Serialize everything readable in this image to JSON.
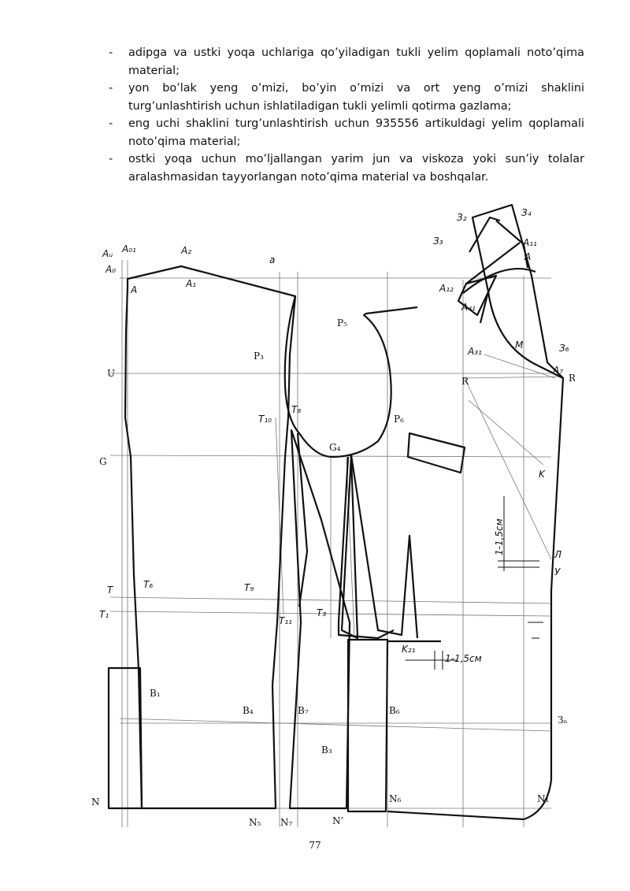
{
  "bullets": [
    {
      "dash": "-",
      "text": "adipga va ustki yoqa uchlariga qo’yiladigan tukli yelim qoplamali noto’qima material;"
    },
    {
      "dash": "-",
      "text": "yon bo’lak yeng o’mizi, bo’yin o’mizi va ort yeng o’mizi shaklini turg’unlashtirish uchun ishlatiladigan tukli yelimli qotirma gazlama;"
    },
    {
      "dash": "-",
      "text": "eng uchi shaklini turg’unlashtirish uchun 935556 artikuldagi yelim qoplamali noto’qima material;"
    },
    {
      "dash": "-",
      "text": "ostki yoqa uchun mo’ljallangan yarim jun va viskoza yoki sun’iy tolalar aralashmasidan tayyorlangan noto’qima material va boshqalar."
    }
  ],
  "drawing": {
    "labels": {
      "a_upper": "a",
      "A0": "A₀",
      "Au": "Aᵤ",
      "A01": "A₀₁",
      "A2": "A₂",
      "A1": "A₁",
      "A": "A",
      "U": "U",
      "G": "G",
      "T": "T",
      "T1": "T₁",
      "N": "N",
      "P3": "P₃",
      "P5": "P₅",
      "P6": "P₆",
      "T10": "T₁₀",
      "T8": "T₈",
      "G4": "G₄",
      "T6": "T₆",
      "T9": "T₉",
      "T11": "T₁₁",
      "T3": "T₃",
      "B1": "B₁",
      "B4": "B₄",
      "B7": "B₇",
      "B6": "B₆",
      "B3": "B₃",
      "N5": "N₅",
      "N7": "N₇",
      "N_prime": "N’",
      "N6": "N₆",
      "N1": "N₁",
      "Z3a": "З₃",
      "Z2": "З₂",
      "Z4": "З₄",
      "A11": "A₁₁",
      "A_collar": "A",
      "A12": "A₁₂",
      "A41": "A₄₁",
      "A31": "A₃₁",
      "M": "M",
      "Z6": "З₆",
      "A7": "A₇",
      "R": "R",
      "R_prime": "R’",
      "K": "K",
      "L": "Л",
      "U_cyr": "У",
      "Zn": "Зₙ",
      "K21": "K₂₁",
      "dim_vertical": "1-1,5см",
      "dim_horizontal": "1-1,5см"
    }
  },
  "page_number": "77"
}
